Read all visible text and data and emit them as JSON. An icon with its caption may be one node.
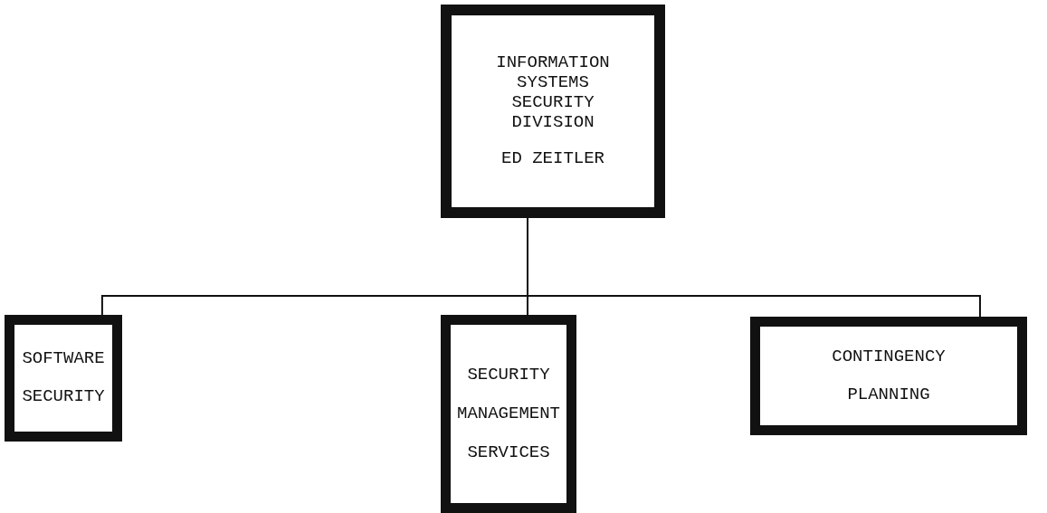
{
  "diagram": {
    "nodes": [
      {
        "text": [
          "INFORMATION SYSTEMS SECURITY DIVISION",
          "ED ZEITLER"
        ]
      },
      {
        "text": [
          "SOFTWARE SECURITY"
        ]
      },
      {
        "text": [
          "SECURITY MANAGEMENT SERVICES"
        ]
      },
      {
        "text": [
          "CONTINGENCY PLANNING"
        ]
      }
    ],
    "edges": [
      {
        "from": 0,
        "to": 1,
        "arrow": "none"
      },
      {
        "from": 0,
        "to": 2,
        "arrow": "none"
      },
      {
        "from": 0,
        "to": 3,
        "arrow": "none"
      }
    ]
  }
}
